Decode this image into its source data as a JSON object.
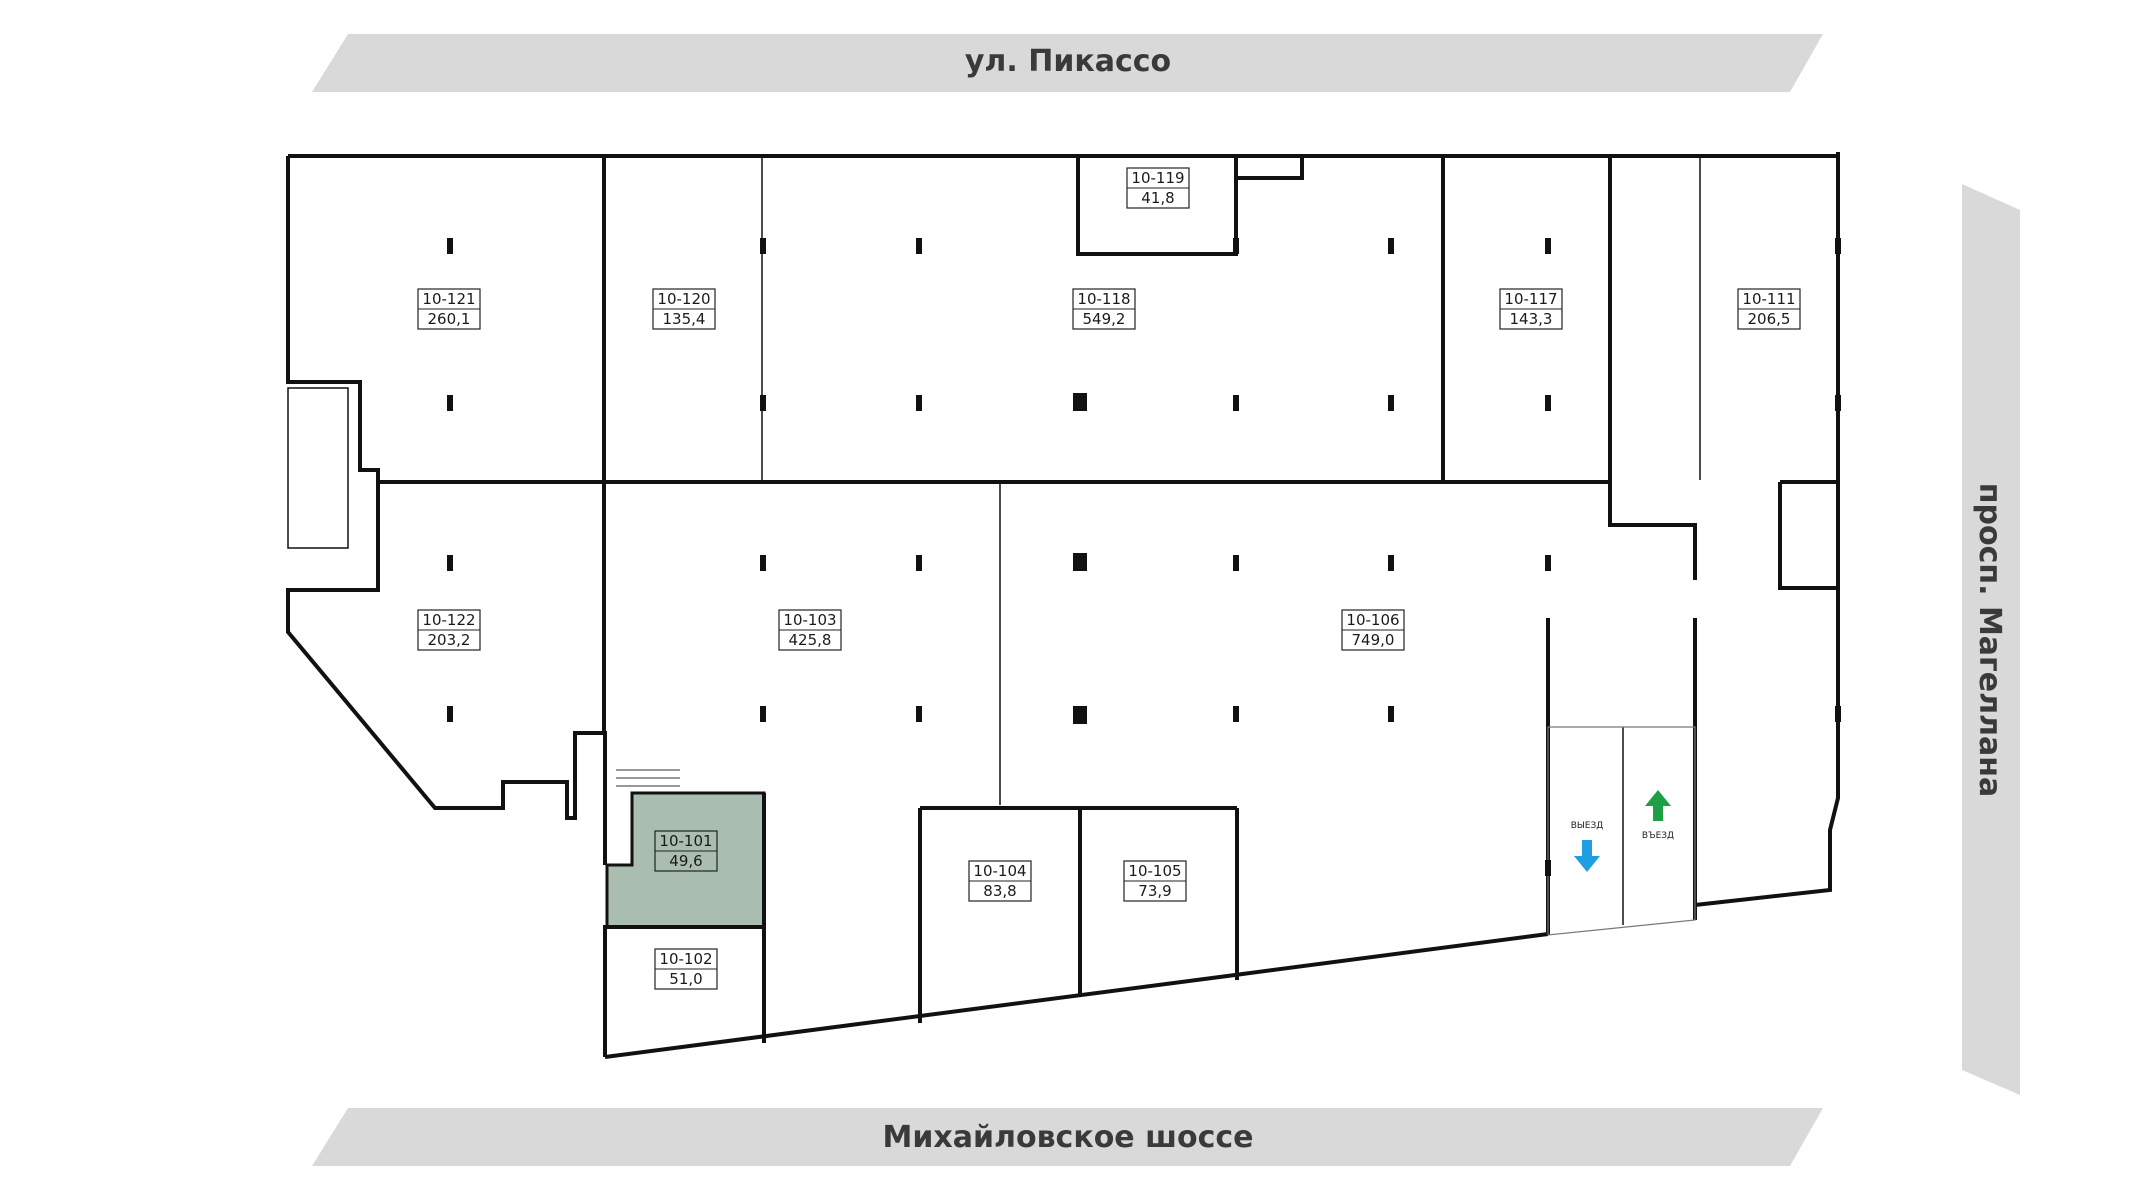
{
  "streets": {
    "top": "ул. Пикассо",
    "bottom": "Михайловское шоссе",
    "right": "просп. Магеллана"
  },
  "units": [
    {
      "id": "10-121",
      "area": "260,1"
    },
    {
      "id": "10-120",
      "area": "135,4"
    },
    {
      "id": "10-119",
      "area": "41,8"
    },
    {
      "id": "10-118",
      "area": "549,2"
    },
    {
      "id": "10-117",
      "area": "143,3"
    },
    {
      "id": "10-111",
      "area": "206,5"
    },
    {
      "id": "10-122",
      "area": "203,2"
    },
    {
      "id": "10-103",
      "area": "425,8"
    },
    {
      "id": "10-106",
      "area": "749,0"
    },
    {
      "id": "10-101",
      "area": "49,6",
      "highlighted": true
    },
    {
      "id": "10-102",
      "area": "51,0"
    },
    {
      "id": "10-104",
      "area": "83,8"
    },
    {
      "id": "10-105",
      "area": "73,9"
    }
  ],
  "ramps": {
    "exit": "ВЫЕЗД",
    "entry": "ВЪЕЗД"
  },
  "colors": {
    "highlight": "#a9bdb0",
    "street_band": "#d9d9d9",
    "exit_arrow": "#1f9fe0",
    "entry_arrow": "#1e9e45"
  },
  "icons": {
    "exit": "arrow-down-icon",
    "entry": "arrow-up-icon"
  }
}
